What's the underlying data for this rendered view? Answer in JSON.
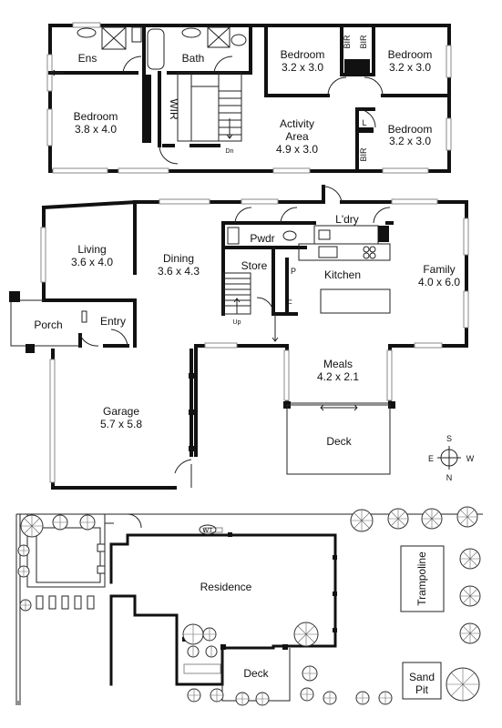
{
  "upper": {
    "ens": "Ens",
    "bath": "Bath",
    "wir": "WIR",
    "bed1": {
      "name": "Bedroom",
      "dims": "3.8 x 4.0"
    },
    "bed2": {
      "name": "Bedroom",
      "dims": "3.2 x 3.0"
    },
    "bed3": {
      "name": "Bedroom",
      "dims": "3.2 x 3.0"
    },
    "bed4": {
      "name": "Bedroom",
      "dims": "3.2 x 3.0"
    },
    "activity": {
      "name1": "Activity",
      "name2": "Area",
      "dims": "4.9 x 3.0"
    },
    "bir": "BIR",
    "linen": "L",
    "dn": "Dn"
  },
  "ground": {
    "living": {
      "name": "Living",
      "dims": "3.6 x 4.0"
    },
    "dining": {
      "name": "Dining",
      "dims": "3.6 x 4.3"
    },
    "pwdr": "Pwdr",
    "ldry": "L'dry",
    "store": "Store",
    "kitchen": "Kitchen",
    "pantry": "P",
    "fridge": "F",
    "family": {
      "name": "Family",
      "dims": "4.0 x 6.0"
    },
    "porch": "Porch",
    "entry": "Entry",
    "up": "Up",
    "meals": {
      "name": "Meals",
      "dims": "4.2 x 2.1"
    },
    "garage": {
      "name": "Garage",
      "dims": "5.7 x 5.8"
    },
    "deck": "Deck"
  },
  "compass": {
    "s": "S",
    "e": "E",
    "w": "W",
    "n": "N"
  },
  "site": {
    "wt": "WT",
    "residence": "Residence",
    "trampoline": "Trampoline",
    "deck": "Deck",
    "sand1": "Sand",
    "sand2": "Pit"
  }
}
